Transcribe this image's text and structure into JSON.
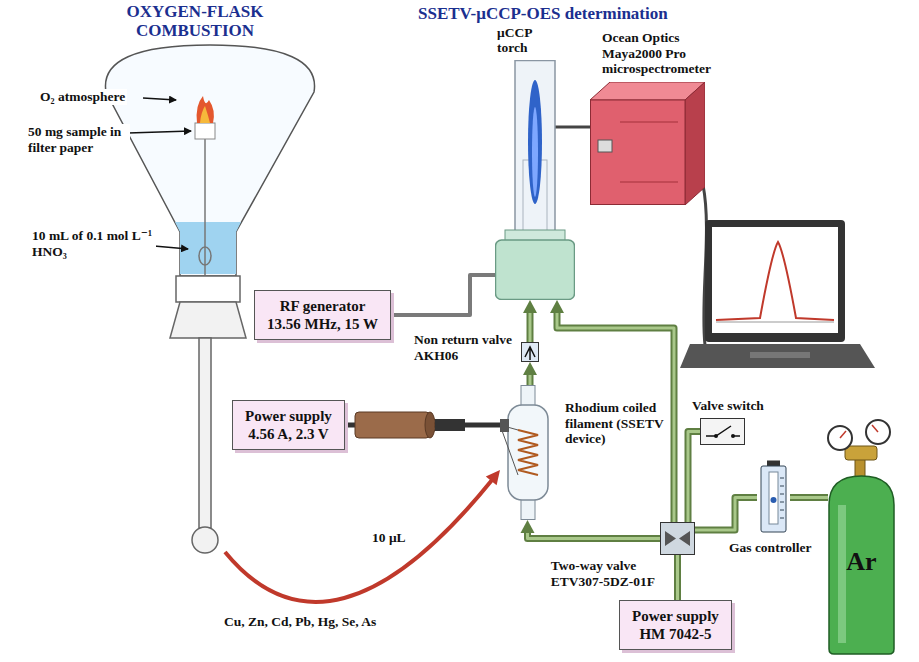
{
  "diagram": {
    "nodes": [
      {
        "text": [
          "RF generator",
          "13.56 MHz, 15 W"
        ]
      },
      {
        "text": [
          "Power supply",
          "4.56 A, 2.3 V"
        ]
      },
      {
        "text": [
          "Power supply",
          "HM 7042-5"
        ]
      },
      {
        "text": [
          "Ar"
        ]
      },
      {
        "text": [
          "Non return valve",
          "AKH06"
        ]
      },
      {
        "text": [
          "Two-way valve",
          "ETV307-5DZ-01F"
        ]
      },
      {
        "text": [
          "Valve switch"
        ]
      },
      {
        "text": [
          "Gas controller"
        ]
      },
      {
        "text": [
          "Rhodium coiled filament (SSETV device)"
        ]
      },
      {
        "text": [
          "μCCP torch"
        ]
      },
      {
        "text": [
          "Ocean Optics Maya2000 Pro microspectrometer"
        ]
      }
    ],
    "edges": [
      {
        "from": 3,
        "to": 7,
        "arrow": "none"
      },
      {
        "from": 7,
        "to": 5,
        "arrow": "none"
      },
      {
        "from": 6,
        "to": 5,
        "arrow": "none"
      },
      {
        "from": 5,
        "to": 8,
        "arrow": "to"
      },
      {
        "from": 8,
        "to": 4,
        "arrow": "to"
      },
      {
        "from": 4,
        "to": 9,
        "arrow": "to"
      },
      {
        "from": 5,
        "to": 9,
        "arrow": "to"
      },
      {
        "from": 2,
        "to": 5,
        "arrow": "none"
      },
      {
        "from": 1,
        "to": 8,
        "arrow": "none"
      },
      {
        "from": 0,
        "to": 9,
        "arrow": "none"
      },
      {
        "from": 9,
        "to": 10,
        "arrow": "none"
      }
    ],
    "labels": [
      "OXYGEN-FLASK COMBUSTION",
      "SSETV-μCCP-OES determination",
      "O₂ atmosphere",
      "50 mg sample in filter paper",
      "10 mL of 0.1 mol L⁻¹ HNO₃",
      "10 μL",
      "Cu, Zn, Cd, Pb, Hg, Se, As"
    ]
  }
}
